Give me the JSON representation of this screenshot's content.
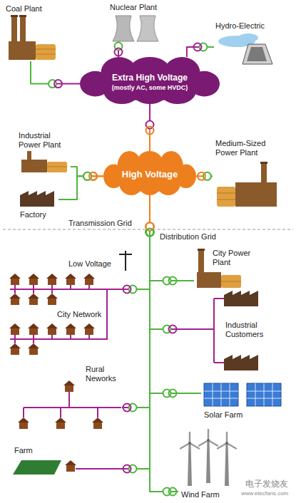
{
  "diagram": {
    "nodes": [
      {
        "text": [
          "Coal Plant"
        ]
      },
      {
        "text": [
          "Nuclear Plant"
        ]
      },
      {
        "text": [
          "Hydro-Electric"
        ]
      },
      {
        "text": [
          "Extra High Voltage",
          "(mostly AC, some HVDC)"
        ]
      },
      {
        "text": [
          "Industrial Power Plant"
        ]
      },
      {
        "text": [
          "Medium-Sized Power Plant"
        ]
      },
      {
        "text": [
          "High Voltage"
        ]
      },
      {
        "text": [
          "Factory"
        ]
      },
      {
        "text": [
          "City Power Plant"
        ]
      },
      {
        "text": [
          "City Network"
        ]
      },
      {
        "text": [
          "Industrial Customers"
        ]
      },
      {
        "text": [
          "Rural Neworks"
        ]
      },
      {
        "text": [
          "Solar Farm"
        ]
      },
      {
        "text": [
          "Farm"
        ]
      },
      {
        "text": [
          "Wind Farm"
        ]
      }
    ],
    "edges": [
      {
        "from": 0,
        "to": 3,
        "arrow": "none"
      },
      {
        "from": 1,
        "to": 3,
        "arrow": "none"
      },
      {
        "from": 2,
        "to": 3,
        "arrow": "none"
      },
      {
        "from": 3,
        "to": 6,
        "arrow": "none"
      },
      {
        "from": 4,
        "to": 6,
        "arrow": "none"
      },
      {
        "from": 7,
        "to": 6,
        "arrow": "none"
      },
      {
        "from": 5,
        "to": 6,
        "arrow": "none"
      },
      {
        "from": 6,
        "to": 8,
        "arrow": "none"
      },
      {
        "from": 6,
        "to": 9,
        "arrow": "none"
      },
      {
        "from": 6,
        "to": 10,
        "arrow": "none"
      },
      {
        "from": 6,
        "to": 11,
        "arrow": "none"
      },
      {
        "from": 6,
        "to": 12,
        "arrow": "none"
      },
      {
        "from": 6,
        "to": 13,
        "arrow": "none"
      },
      {
        "from": 6,
        "to": 14,
        "arrow": "none"
      }
    ],
    "labels": [
      "Transmission Grid",
      "Distribution Grid",
      "Low Voltage",
      "电子发烧友",
      "www.elecfans.com"
    ]
  }
}
